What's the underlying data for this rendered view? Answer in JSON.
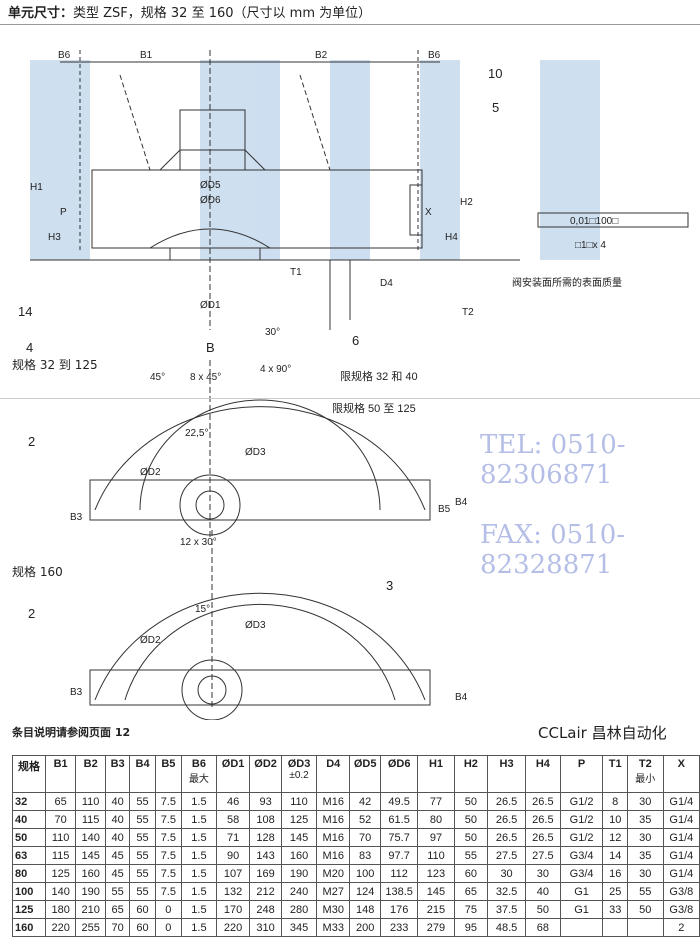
{
  "header": {
    "label": "单元尺寸：",
    "text": "类型 ZSF，规格 32 至 160（尺寸以 mm 为单位）"
  },
  "drawing": {
    "dims_top": [
      "B6",
      "B1",
      "B2",
      "B6"
    ],
    "side_dims": [
      "H1",
      "H3",
      "P",
      "H2",
      "H4",
      "X",
      "T1",
      "T2",
      "D4",
      "ØD5",
      "ØD6",
      "ØD1"
    ],
    "angle": "30°",
    "callouts": [
      "10",
      "5",
      "14",
      "4",
      "6",
      "B",
      "2",
      "3"
    ],
    "tolerance": "0,01□100□",
    "roughness": "□1□x 4",
    "surface_note": "阀安装面所需的表面质量",
    "view1": {
      "label": "规格 32 到 125",
      "angles": [
        "45°",
        "8 x 45°",
        "4 x 90°",
        "22,5°"
      ],
      "notes": [
        "限规格 32 和 40",
        "限规格 50 至 125"
      ],
      "dims": [
        "ØD2",
        "ØD3",
        "B3",
        "B4",
        "B5"
      ]
    },
    "view2": {
      "label": "规格 160",
      "angles": [
        "12 x 30°",
        "15°"
      ],
      "dims": [
        "ØD2",
        "ØD3",
        "B3",
        "B4"
      ]
    }
  },
  "caption": "条目说明请参阅页面 12",
  "table": {
    "headers": [
      [
        "规格",
        ""
      ],
      [
        "B1",
        ""
      ],
      [
        "B2",
        ""
      ],
      [
        "B3",
        ""
      ],
      [
        "B4",
        ""
      ],
      [
        "B5",
        ""
      ],
      [
        "B6",
        "最大"
      ],
      [
        "ØD1",
        ""
      ],
      [
        "ØD2",
        ""
      ],
      [
        "ØD3",
        "±0.2"
      ],
      [
        "D4",
        ""
      ],
      [
        "ØD5",
        ""
      ],
      [
        "ØD6",
        ""
      ],
      [
        "H1",
        ""
      ],
      [
        "H2",
        ""
      ],
      [
        "H3",
        ""
      ],
      [
        "H4",
        ""
      ],
      [
        "P",
        ""
      ],
      [
        "T1",
        ""
      ],
      [
        "T2",
        "最小"
      ],
      [
        "X",
        ""
      ]
    ],
    "rows": [
      [
        "32",
        "65",
        "110",
        "40",
        "55",
        "7.5",
        "1.5",
        "46",
        "93",
        "110",
        "M16",
        "42",
        "49.5",
        "77",
        "50",
        "26.5",
        "26.5",
        "G1/2",
        "8",
        "30",
        "G1/4"
      ],
      [
        "40",
        "70",
        "115",
        "40",
        "55",
        "7.5",
        "1.5",
        "58",
        "108",
        "125",
        "M16",
        "52",
        "61.5",
        "80",
        "50",
        "26.5",
        "26.5",
        "G1/2",
        "10",
        "35",
        "G1/4"
      ],
      [
        "50",
        "110",
        "140",
        "40",
        "55",
        "7.5",
        "1.5",
        "71",
        "128",
        "145",
        "M16",
        "70",
        "75.7",
        "97",
        "50",
        "26.5",
        "26.5",
        "G1/2",
        "12",
        "30",
        "G1/4"
      ],
      [
        "63",
        "115",
        "145",
        "45",
        "55",
        "7.5",
        "1.5",
        "90",
        "143",
        "160",
        "M16",
        "83",
        "97.7",
        "110",
        "55",
        "27.5",
        "27.5",
        "G3/4",
        "14",
        "35",
        "G1/4"
      ],
      [
        "80",
        "125",
        "160",
        "45",
        "55",
        "7.5",
        "1.5",
        "107",
        "169",
        "190",
        "M20",
        "100",
        "112",
        "123",
        "60",
        "30",
        "30",
        "G3/4",
        "16",
        "30",
        "G1/4"
      ],
      [
        "100",
        "140",
        "190",
        "55",
        "55",
        "7.5",
        "1.5",
        "132",
        "212",
        "240",
        "M27",
        "124",
        "138.5",
        "145",
        "65",
        "32.5",
        "40",
        "G1",
        "25",
        "55",
        "G3/8"
      ],
      [
        "125",
        "180",
        "210",
        "65",
        "60",
        "0",
        "1.5",
        "170",
        "248",
        "280",
        "M30",
        "148",
        "176",
        "215",
        "75",
        "37.5",
        "50",
        "G1",
        "33",
        "50",
        "G3/8"
      ],
      [
        "160",
        "220",
        "255",
        "70",
        "60",
        "0",
        "1.5",
        "220",
        "310",
        "345",
        "M33",
        "200",
        "233",
        "279",
        "95",
        "48.5",
        "68",
        "",
        "",
        "",
        "2"
      ]
    ]
  },
  "watermarks": [
    "TEL: 0510-82306871",
    "FAX: 0510-82328871"
  ],
  "logo_text": "CCLair 昌林自动化"
}
